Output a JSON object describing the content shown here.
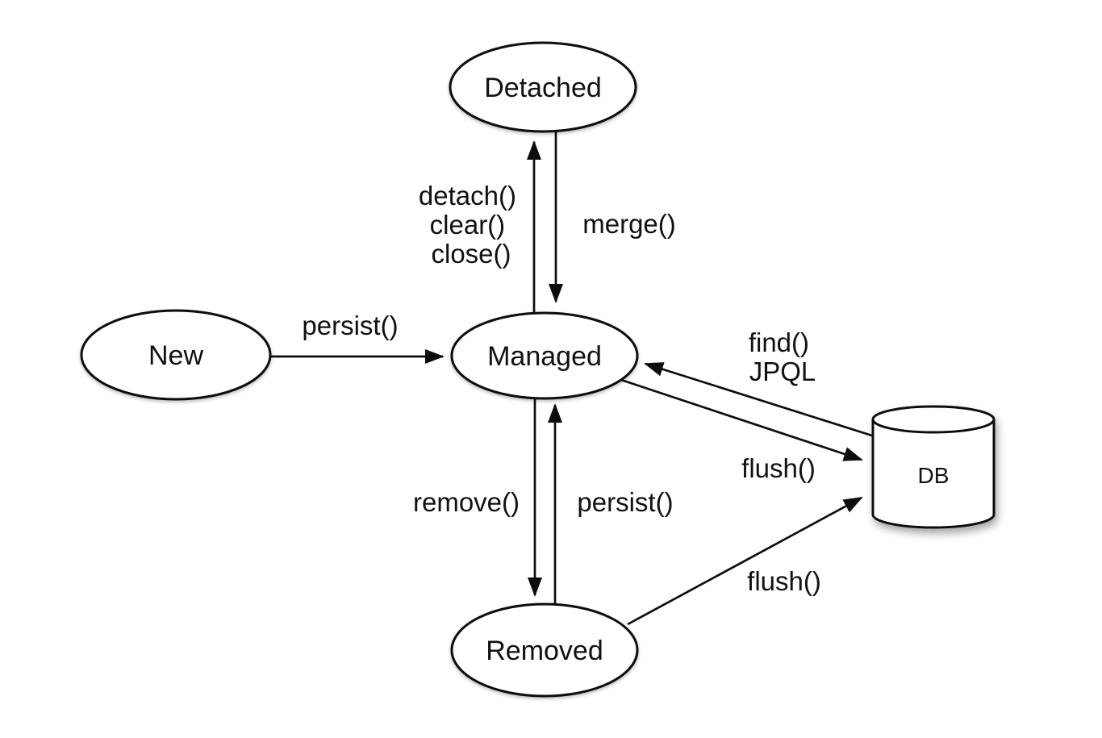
{
  "diagram": {
    "title": "JPA entity lifecycle state diagram",
    "colors": {
      "background": "#ffffff",
      "stroke": "#0d0d0d",
      "text": "#111111"
    },
    "nodes": [
      {
        "id": "new",
        "shape": "ellipse",
        "label": "New"
      },
      {
        "id": "detached",
        "shape": "ellipse",
        "label": "Detached"
      },
      {
        "id": "managed",
        "shape": "ellipse",
        "label": "Managed"
      },
      {
        "id": "removed",
        "shape": "ellipse",
        "label": "Removed"
      },
      {
        "id": "db",
        "shape": "cylinder",
        "label": "DB"
      }
    ],
    "edges": [
      {
        "id": "new-to-managed",
        "from": "new",
        "to": "managed",
        "label": "persist()"
      },
      {
        "id": "managed-to-detached",
        "from": "managed",
        "to": "detached",
        "lines": [
          "detach()",
          "clear()",
          "close()"
        ]
      },
      {
        "id": "detached-to-managed",
        "from": "detached",
        "to": "managed",
        "label": "merge()"
      },
      {
        "id": "db-to-managed",
        "from": "db",
        "to": "managed",
        "lines": [
          "find()",
          "JPQL"
        ]
      },
      {
        "id": "managed-to-db",
        "from": "managed",
        "to": "db",
        "label": "flush()"
      },
      {
        "id": "managed-to-removed",
        "from": "managed",
        "to": "removed",
        "label": "remove()"
      },
      {
        "id": "removed-to-managed",
        "from": "removed",
        "to": "managed",
        "label": "persist()"
      },
      {
        "id": "removed-to-db",
        "from": "removed",
        "to": "db",
        "label": "flush()"
      }
    ]
  }
}
